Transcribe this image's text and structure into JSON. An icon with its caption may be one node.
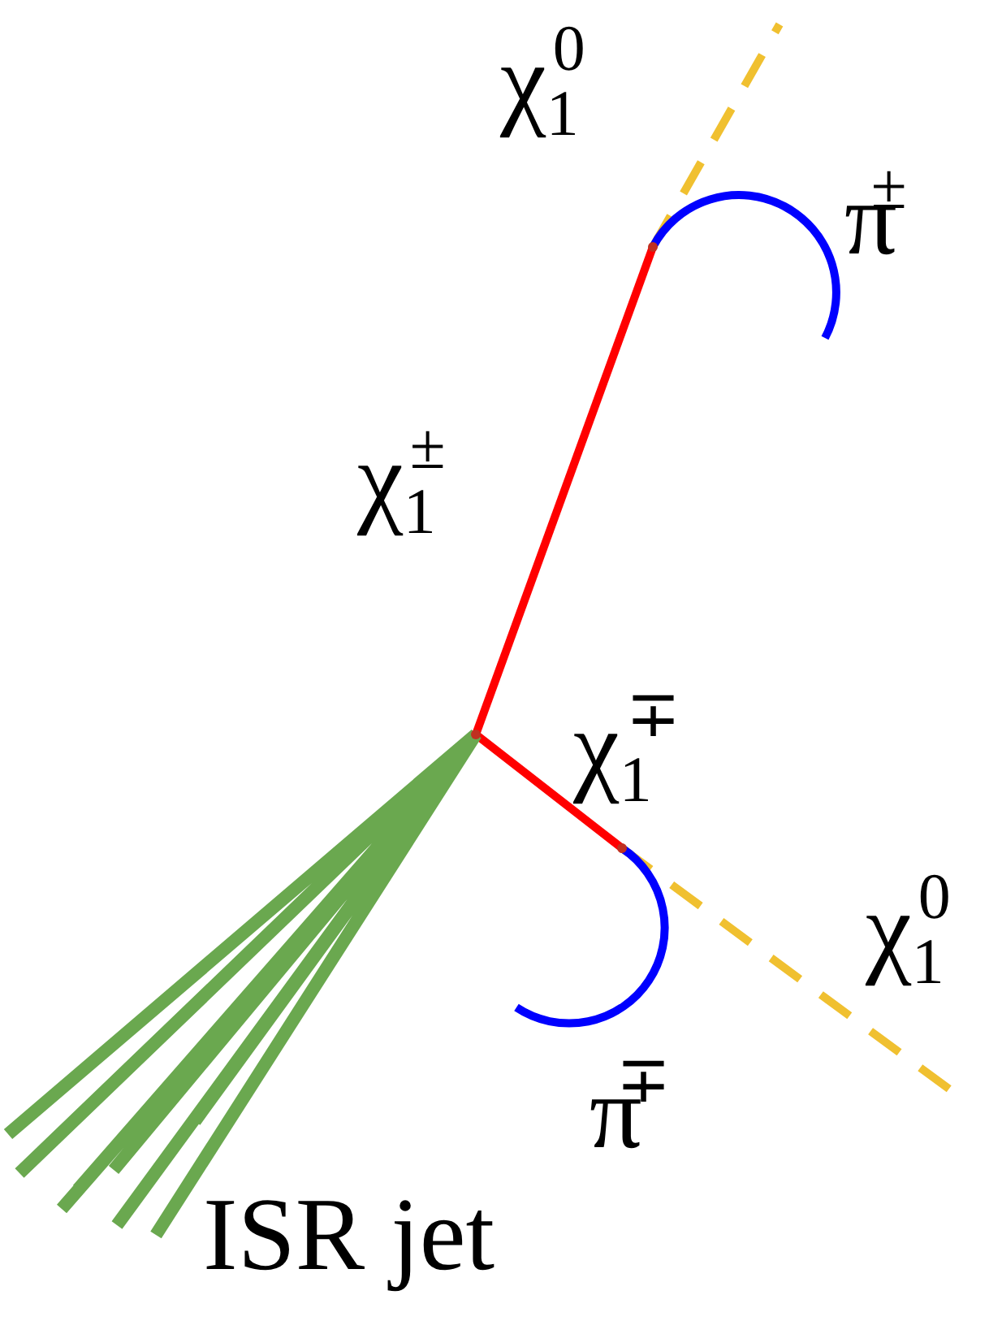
{
  "diagram": {
    "nodes": [
      {
        "text": [],
        "shape": "point"
      },
      {
        "text": [],
        "shape": "point"
      },
      {
        "text": [],
        "shape": "point"
      }
    ],
    "edges": [
      {
        "from": 0,
        "to": 1,
        "arrow": "none",
        "label": "χ$_{1}$$^{±}$",
        "color": "#ff0000"
      },
      {
        "from": 1,
        "to": null,
        "arrow": "none",
        "label": "χ$_{1}$$^{0}$",
        "style": "dashed",
        "color": "#f0c030"
      },
      {
        "from": 1,
        "to": null,
        "arrow": "none",
        "label": "π$^{±}$",
        "color": "#0000ff"
      },
      {
        "from": 0,
        "to": 2,
        "arrow": "none",
        "label": "χ$_{1}$$^{∓}$",
        "color": "#ff0000"
      },
      {
        "from": 2,
        "to": null,
        "arrow": "none",
        "label": "χ$_{1}$$^{0}$",
        "style": "dashed",
        "color": "#f0c030"
      },
      {
        "from": 2,
        "to": null,
        "arrow": "none",
        "label": "π$^{∓}$",
        "color": "#0000ff"
      },
      {
        "from": 0,
        "to": null,
        "arrow": "none",
        "label": "ISR jet",
        "color": "#6aa84f"
      }
    ]
  }
}
